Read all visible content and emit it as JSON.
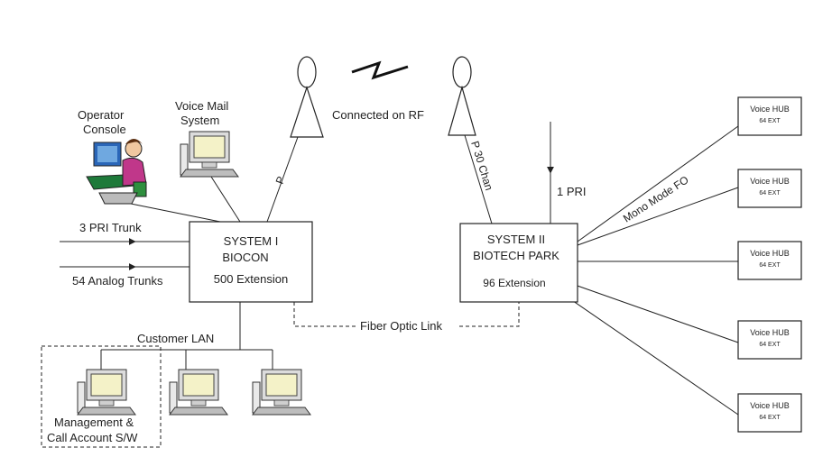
{
  "labels": {
    "operator_console": [
      "Operator",
      "Console"
    ],
    "voice_mail": [
      "Voice Mail",
      "System"
    ],
    "rf_connection": "Connected on RF",
    "antenna_left_link": "P",
    "antenna_right_link": "P 30 Chan",
    "trunk_pri": "3 PRI Trunk",
    "trunk_analog": "54 Analog Trunks",
    "pri_in": "1 PRI",
    "mono_mode": "Mono Mode  FO",
    "customer_lan": "Customer LAN",
    "fiber_link": "Fiber Optic  Link",
    "management": [
      "Management &",
      "Call Account S/W"
    ]
  },
  "system1": {
    "title": "SYSTEM I",
    "subtitle": "BIOCON",
    "ext": "500 Extension"
  },
  "system2": {
    "title": "SYSTEM II",
    "subtitle": "BIOTECH PARK",
    "ext": "96 Extension"
  },
  "hubs": [
    {
      "name": "Voice HUB",
      "ext": "64 EXT"
    },
    {
      "name": "Voice HUB",
      "ext": "64 EXT"
    },
    {
      "name": "Voice HUB",
      "ext": "64 EXT"
    },
    {
      "name": "Voice HUB",
      "ext": "64 EXT"
    },
    {
      "name": "Voice HUB",
      "ext": "64 EXT"
    }
  ]
}
